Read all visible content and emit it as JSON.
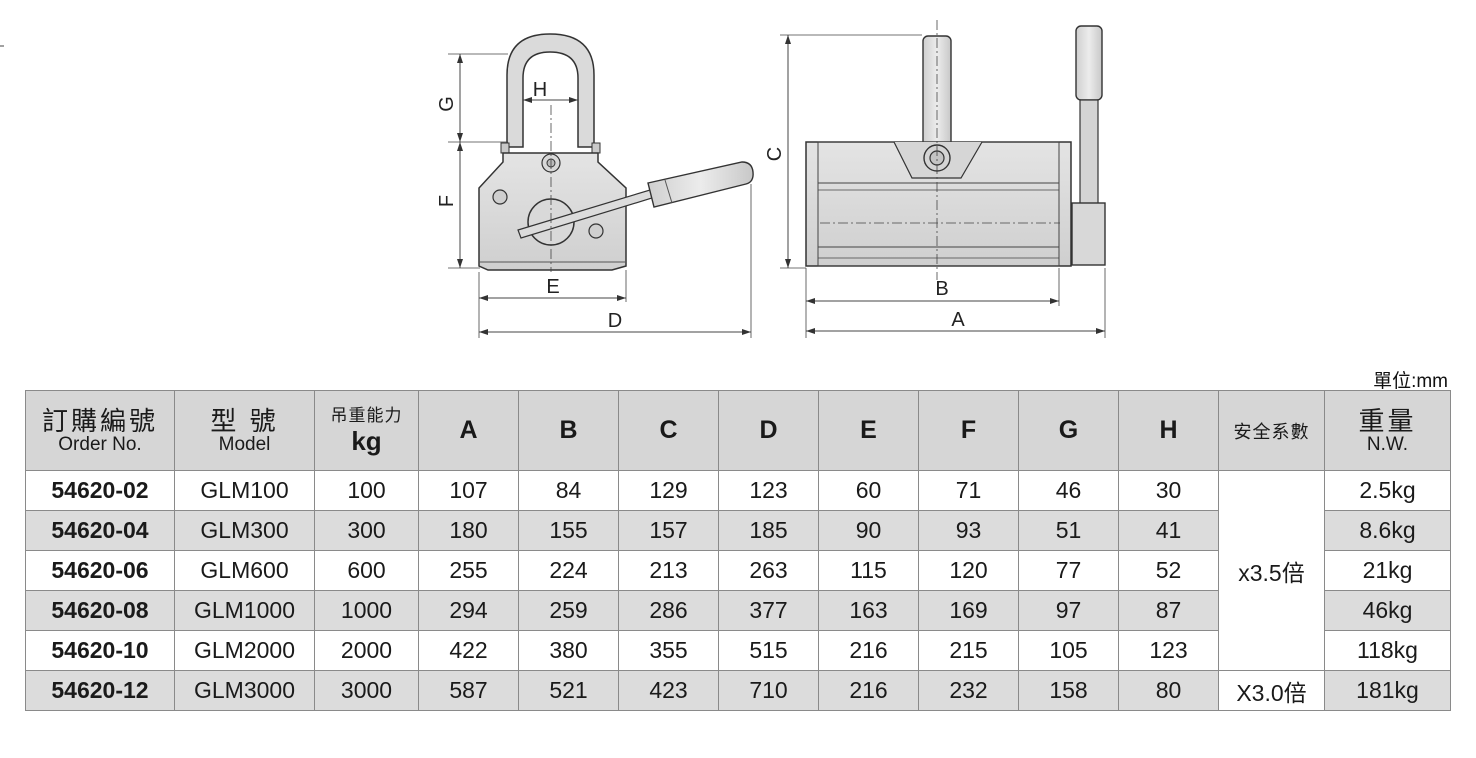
{
  "drawing_labels": {
    "side_view": {
      "g": "G",
      "h": "H",
      "f": "F",
      "e": "E",
      "d": "D"
    },
    "front_view": {
      "c": "C",
      "b": "B",
      "a": "A"
    }
  },
  "unit_note": "單位:mm",
  "table": {
    "headers": {
      "order": {
        "cjk": "訂購編號",
        "en": "Order No."
      },
      "model": {
        "cjk": "型 號",
        "en": "Model"
      },
      "capacity": {
        "cjk": "吊重能力",
        "unit": "kg"
      },
      "dims": [
        "A",
        "B",
        "C",
        "D",
        "E",
        "F",
        "G",
        "H"
      ],
      "safety": "安全系數",
      "weight": {
        "cjk": "重量",
        "en": "N.W."
      }
    },
    "rows": [
      {
        "order": "54620-02",
        "model": "GLM100",
        "capacity": "100",
        "A": "107",
        "B": "84",
        "C": "129",
        "D": "123",
        "E": "60",
        "F": "71",
        "G": "46",
        "H": "30",
        "weight": "2.5kg"
      },
      {
        "order": "54620-04",
        "model": "GLM300",
        "capacity": "300",
        "A": "180",
        "B": "155",
        "C": "157",
        "D": "185",
        "E": "90",
        "F": "93",
        "G": "51",
        "H": "41",
        "weight": "8.6kg"
      },
      {
        "order": "54620-06",
        "model": "GLM600",
        "capacity": "600",
        "A": "255",
        "B": "224",
        "C": "213",
        "D": "263",
        "E": "115",
        "F": "120",
        "G": "77",
        "H": "52",
        "weight": "21kg"
      },
      {
        "order": "54620-08",
        "model": "GLM1000",
        "capacity": "1000",
        "A": "294",
        "B": "259",
        "C": "286",
        "D": "377",
        "E": "163",
        "F": "169",
        "G": "97",
        "H": "87",
        "weight": "46kg"
      },
      {
        "order": "54620-10",
        "model": "GLM2000",
        "capacity": "2000",
        "A": "422",
        "B": "380",
        "C": "355",
        "D": "515",
        "E": "216",
        "F": "215",
        "G": "105",
        "H": "123",
        "weight": "118kg"
      },
      {
        "order": "54620-12",
        "model": "GLM3000",
        "capacity": "3000",
        "A": "587",
        "B": "521",
        "C": "423",
        "D": "710",
        "E": "216",
        "F": "232",
        "G": "158",
        "H": "80",
        "weight": "181kg"
      }
    ],
    "safety_groups": [
      {
        "text": "x3.5倍"
      },
      {
        "text": "X3.0倍"
      }
    ]
  }
}
